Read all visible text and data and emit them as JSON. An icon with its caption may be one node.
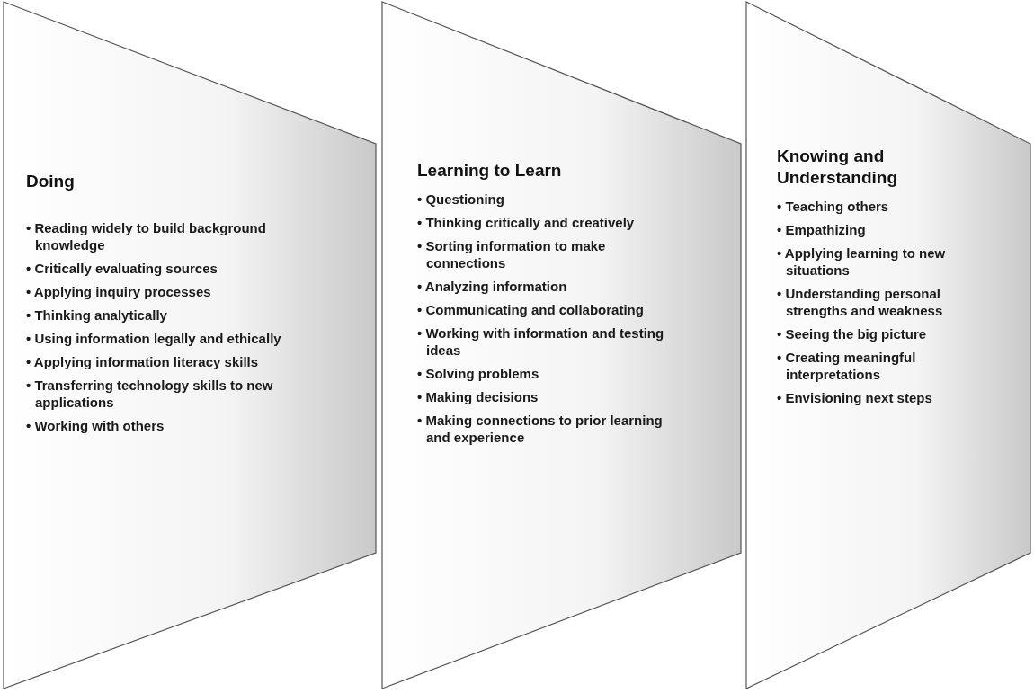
{
  "diagram": {
    "nodes": [
      {
        "text": [
          "Doing",
          "• Reading widely to build background knowledge",
          "• Critically evaluating sources",
          "• Applying inquiry processes",
          "• Thinking analytically",
          "• Using information legally and ethically",
          "• Applying information literacy skills",
          "• Transferring technology skills to new applications",
          "• Working with others"
        ]
      },
      {
        "text": [
          "Learning to Learn",
          "• Questioning",
          "• Thinking critically and creatively",
          "• Sorting information to make connections",
          "• Analyzing information",
          "• Communicating and collaborating",
          "• Working with information and testing ideas",
          "• Solving problems",
          "• Making decisions",
          "• Making connections to prior learning and experience"
        ]
      },
      {
        "text": [
          "Knowing and Understanding",
          "• Teaching others",
          "• Empathizing",
          "• Applying learning to new situations",
          "• Understanding personal strengths and weakness",
          "• Seeing the big picture",
          "• Creating meaningful interpretations",
          "• Envisioning next steps"
        ]
      }
    ],
    "edges": []
  }
}
